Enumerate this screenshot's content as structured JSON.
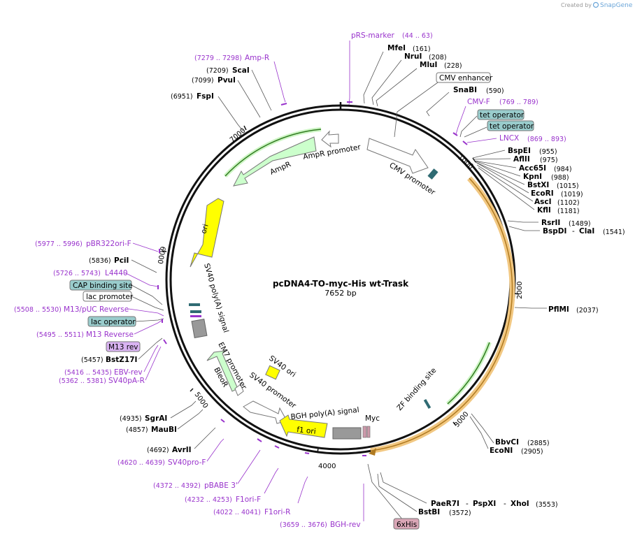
{
  "credit": "Created by SnapGene",
  "plasmid": {
    "name": "pcDNA4-TO-myc-His wt-Trask",
    "length_label": "7652 bp",
    "length": 7652
  },
  "ticks": [
    {
      "bp": 1000,
      "label": "1000"
    },
    {
      "bp": 2000,
      "label": "2000"
    },
    {
      "bp": 3000,
      "label": "3000"
    },
    {
      "bp": 4000,
      "label": "4000"
    },
    {
      "bp": 5000,
      "label": "5000"
    },
    {
      "bp": 6000,
      "label": "6000"
    },
    {
      "bp": 7000,
      "label": "7000"
    }
  ],
  "features": [
    {
      "name": "CMV enhancer",
      "label": "CMV enhancer",
      "start": 235,
      "end": 614,
      "color": "#ffffff",
      "ring": "outer-callout"
    },
    {
      "name": "CMV promoter",
      "label": "CMV promoter",
      "start": 615,
      "end": 818,
      "color": "#ffffff",
      "ring": "inner"
    },
    {
      "name": "tet operator 1",
      "label": "tet operator",
      "color": "#99cccc",
      "ring": "box"
    },
    {
      "name": "tet operator 2",
      "label": "tet operator",
      "color": "#99cccc",
      "ring": "box"
    },
    {
      "name": "Trask",
      "label": "",
      "start": 1090,
      "end": 3520,
      "color": "#ffcc88",
      "ring": "on-circle"
    },
    {
      "name": "ZF binding site",
      "label": "ZF binding site",
      "color": "#99cccc",
      "ring": "inner"
    },
    {
      "name": "Myc",
      "label": "Myc",
      "color": "#cc99aa",
      "ring": "inner"
    },
    {
      "name": "6xHis",
      "label": "6xHis",
      "color": "#cc99aa",
      "ring": "box"
    },
    {
      "name": "BGH poly(A) signal",
      "label": "BGH poly(A) signal",
      "color": "#999999",
      "ring": "inner"
    },
    {
      "name": "f1 ori",
      "label": "f1 ori",
      "color": "#ffff00",
      "ring": "inner"
    },
    {
      "name": "SV40 promoter",
      "label": "SV40 promoter",
      "color": "#ffffff",
      "ring": "inner"
    },
    {
      "name": "SV40 ori",
      "label": "SV40 ori",
      "color": "#ffff00",
      "ring": "inner"
    },
    {
      "name": "EM7 promoter",
      "label": "EM7 promoter",
      "color": "#ffffff",
      "ring": "inner"
    },
    {
      "name": "BleoR",
      "label": "BleoR",
      "color": "#ccffcc",
      "ring": "inner"
    },
    {
      "name": "SV40 poly(A) signal",
      "label": "SV40 poly(A) signal",
      "color": "#999999",
      "ring": "inner"
    },
    {
      "name": "CAP binding site",
      "label": "CAP binding site",
      "color": "#99cccc",
      "ring": "box"
    },
    {
      "name": "lac promoter",
      "label": "lac promoter",
      "color": "#ffffff",
      "ring": "box"
    },
    {
      "name": "lac operator",
      "label": "lac operator",
      "color": "#99cccc",
      "ring": "box"
    },
    {
      "name": "M13 rev",
      "label": "M13 rev",
      "color": "#cc99ee",
      "ring": "box"
    },
    {
      "name": "ori",
      "label": "ori",
      "color": "#ffff00",
      "ring": "inner"
    },
    {
      "name": "AmpR",
      "label": "AmpR",
      "color": "#ccffcc",
      "ring": "inner"
    },
    {
      "name": "AmpR promoter",
      "label": "AmpR promoter",
      "color": "#ffffff",
      "ring": "inner"
    }
  ],
  "enzymes": [
    {
      "name": "MfeI",
      "pos": "(161)"
    },
    {
      "name": "NruI",
      "pos": "(208)"
    },
    {
      "name": "MluI",
      "pos": "(228)"
    },
    {
      "name": "SnaBI",
      "pos": "(590)"
    },
    {
      "name": "BspEI",
      "pos": "(955)"
    },
    {
      "name": "AflII",
      "pos": "(975)"
    },
    {
      "name": "Acc65I",
      "pos": "(984)"
    },
    {
      "name": "KpnI",
      "pos": "(988)"
    },
    {
      "name": "BstXI",
      "pos": "(1015)"
    },
    {
      "name": "EcoRI",
      "pos": "(1019)"
    },
    {
      "name": "AscI",
      "pos": "(1102)"
    },
    {
      "name": "KflI",
      "pos": "(1181)"
    },
    {
      "name": "RsrII",
      "pos": "(1489)"
    },
    {
      "name": "BspDI",
      "name2": "ClaI",
      "pos": "(1541)"
    },
    {
      "name": "PflMI",
      "pos": "(2037)"
    },
    {
      "name": "BbvCI",
      "pos": "(2885)"
    },
    {
      "name": "EcoNI",
      "pos": "(2905)"
    },
    {
      "name": "PaeR7I",
      "name2": "PspXI",
      "name3": "XhoI",
      "pos": "(3553)"
    },
    {
      "name": "BstBI",
      "pos": "(3572)"
    },
    {
      "name": "AvrII",
      "pos": "(4692)"
    },
    {
      "name": "MauBI",
      "pos": "(4857)"
    },
    {
      "name": "SgrAI",
      "pos": "(4935)"
    },
    {
      "name": "BstZ17I",
      "pos": "(5457)"
    },
    {
      "name": "PciI",
      "pos": "(5836)"
    },
    {
      "name": "FspI",
      "pos": "(6951)"
    },
    {
      "name": "PvuI",
      "pos": "(7099)"
    },
    {
      "name": "ScaI",
      "pos": "(7209)"
    }
  ],
  "primers": [
    {
      "name": "pRS-marker",
      "range": "(44 .. 63)"
    },
    {
      "name": "CMV-F",
      "range": "(769 .. 789)"
    },
    {
      "name": "LNCX",
      "range": "(869 .. 893)"
    },
    {
      "name": "BGH-rev",
      "range": "(3659 .. 3676)"
    },
    {
      "name": "F1ori-R",
      "range": "(4022 .. 4041)"
    },
    {
      "name": "F1ori-F",
      "range": "(4232 .. 4253)"
    },
    {
      "name": "pBABE 3'",
      "range": "(4372 .. 4392)"
    },
    {
      "name": "SV40pro-F",
      "range": "(4620 .. 4639)"
    },
    {
      "name": "SV40pA-R",
      "range": "(5362 .. 5381)"
    },
    {
      "name": "EBV-rev",
      "range": "(5416 .. 5435)"
    },
    {
      "name": "M13 Reverse",
      "range": "(5495 .. 5511)"
    },
    {
      "name": "M13/pUC Reverse",
      "range": "(5508 .. 5530)"
    },
    {
      "name": "L4440",
      "range": "(5726 .. 5743)"
    },
    {
      "name": "pBR322ori-F",
      "range": "(5977 .. 5996)"
    },
    {
      "name": "Amp-R",
      "range": "(7279 .. 7298)"
    }
  ]
}
